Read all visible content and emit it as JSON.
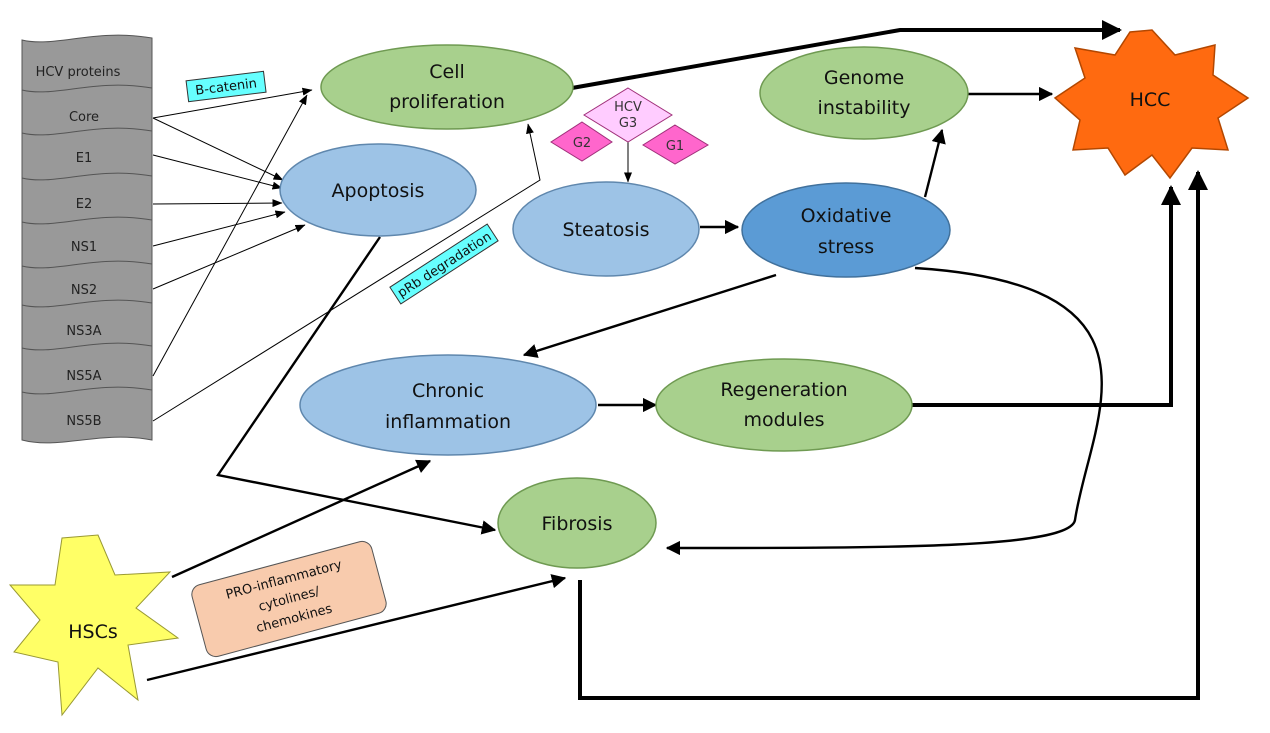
{
  "proteins": {
    "header": "HCV proteins",
    "items": [
      "Core",
      "E1",
      "E2",
      "NS1",
      "NS2",
      "NS3A",
      "NS5A",
      "NS5B"
    ]
  },
  "tags": {
    "beta_catenin": "B-catenin",
    "prb_degradation": "pRb degradation",
    "pro_inflammatory": [
      "PRO-inflammatory",
      "cytolines/",
      "chemokines"
    ]
  },
  "nodes": {
    "cell_proliferation": [
      "Cell",
      "proliferation"
    ],
    "apoptosis": [
      "Apoptosis"
    ],
    "genome_instability": [
      "Genome",
      "instability"
    ],
    "hcc": [
      "HCC"
    ],
    "steatosis": [
      "Steatosis"
    ],
    "oxidative_stress": [
      "Oxidative",
      "stress"
    ],
    "chronic_inflammation": [
      "Chronic",
      "inflammation"
    ],
    "regeneration_modules": [
      "Regeneration",
      "modules"
    ],
    "fibrosis": [
      "Fibrosis"
    ],
    "hscs": [
      "HSCs"
    ]
  },
  "genotypes": {
    "g3": [
      "HCV",
      "G3"
    ],
    "g2": "G2",
    "g1": "G1"
  },
  "colors": {
    "green": "#a8d08d",
    "light_blue": "#9dc3e6",
    "mid_blue": "#5b9bd5",
    "hcc_orange": "#ff6a10",
    "hscs_yellow": "#ffff66",
    "tag_cyan": "#66ffff",
    "tag_salmon": "#f8cbad",
    "banner_gray": "#999999",
    "g3_pink": "#ffccff",
    "g_magenta": "#ff66cc"
  }
}
